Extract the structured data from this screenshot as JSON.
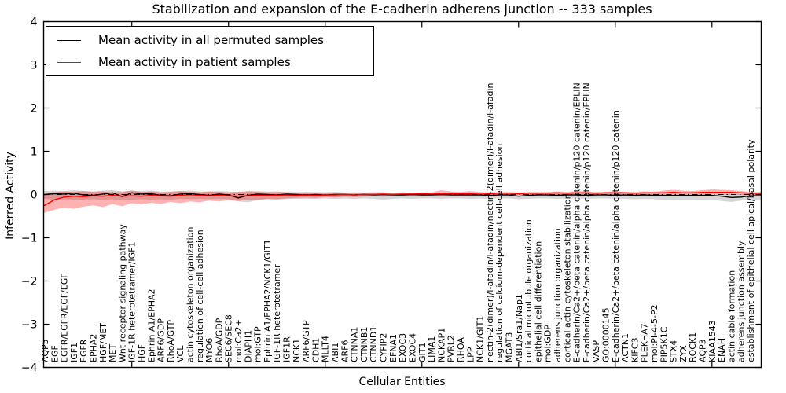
{
  "chart_data": {
    "type": "line",
    "title": "Stabilization and expansion of the E-cadherin adherens junction -- 333 samples",
    "xlabel": "Cellular Entities",
    "ylabel": "Inferred Activity",
    "ylim": [
      -4,
      4
    ],
    "yticks": [
      4,
      3,
      2,
      1,
      0,
      -1,
      -2,
      -3,
      -4
    ],
    "xtick_major_indices": [
      9,
      19,
      29,
      39,
      49,
      59,
      69
    ],
    "grid": false,
    "legend_position": "upper left",
    "reference_line": {
      "y": 0,
      "style": "dashdot",
      "color": "#000000"
    },
    "categories": [
      "AQP5",
      "EGF",
      "EGFR/EGFR/EGF/EGF",
      "IGF1",
      "EGFR",
      "EPHA2",
      "HGF/MET",
      "MET",
      "Wnt receptor signaling pathway",
      "IGF-1R heterotetramer/IGF1",
      "HGF",
      "Ephrin A1/EPHA2",
      "ARF6/GDP",
      "RhoA/GTP",
      "VCL",
      "actin cytoskeleton organization",
      "regulation of cell-cell adhesion",
      "MYO6",
      "RhoA/GDP",
      "SEC6/SEC8",
      "mol:Ca2+",
      "DIAPH1",
      "mol:GTP",
      "Ephrin A1/EPHA2/NCK1/GIT1",
      "IGF-1R heterotetramer",
      "IGF1R",
      "NCK1",
      "ARF6/GTP",
      "CDH1",
      "MLLT4",
      "ABI1",
      "ARF6",
      "CTNNA1",
      "CTNNB1",
      "CTNND1",
      "CYFIP2",
      "EFNA1",
      "EXOC3",
      "EXOC4",
      "GIT1",
      "LIMA1",
      "NCKAP1",
      "PVRL2",
      "RHOA",
      "LPP",
      "NCK1/GIT1",
      "nectin-2(dimer)/l-afadin/l-afadin/nectin-2(dimer)/l-afadin/l-afadin",
      "regulation of calcium-dependent cell-cell adhesion",
      "MGAT3",
      "ABI1/Sra1/Nap1",
      "cortical microtubule organization",
      "epithelial cell differentiation",
      "mol:GDP",
      "adherens junction organization",
      "cortical actin cytoskeleton stabilization",
      "E-cadherin/Ca2+/beta catenin/alpha catenin/p120 catenin/EPLIN",
      "E-cadherin/Ca2+/beta catenin/alpha catenin/p120 catenin/EPLIN",
      "VASP",
      "GO:0000145",
      "E-cadherin/Ca2+/beta catenin/alpha catenin/p120 catenin",
      "ACTN1",
      "KIFC3",
      "PLEKHA7",
      "mol:PI-4-5-P2",
      "PIP5K1C",
      "STX4",
      "ZYX",
      "ROCK1",
      "AQP3",
      "KIAA1543",
      "ENAH",
      "actin cable formation",
      "adherens junction assembly",
      "establishment of epithelial cell apical/basal polarity"
    ],
    "series": [
      {
        "name": "Mean activity in all permuted samples",
        "color": "#000000",
        "band_color": "rgba(0,0,0,0.16)",
        "values": [
          0.0,
          0.02,
          0.01,
          0.03,
          -0.01,
          -0.02,
          0.01,
          0.04,
          -0.05,
          0.04,
          0.01,
          0.02,
          -0.02,
          -0.03,
          0.01,
          0.02,
          0.0,
          -0.02,
          0.01,
          -0.01,
          -0.08,
          -0.02,
          0.01,
          0.0,
          -0.01,
          0.01,
          0.0,
          -0.01,
          0.0,
          -0.01,
          0.0,
          0.0,
          -0.01,
          0.0,
          -0.01,
          0.0,
          -0.01,
          -0.01,
          0.0,
          -0.01,
          -0.01,
          0.0,
          -0.01,
          -0.01,
          -0.01,
          -0.01,
          -0.02,
          -0.01,
          -0.01,
          -0.04,
          -0.02,
          -0.01,
          -0.01,
          -0.02,
          -0.01,
          -0.01,
          -0.02,
          -0.01,
          -0.01,
          -0.02,
          -0.01,
          -0.02,
          -0.01,
          -0.02,
          -0.02,
          -0.02,
          -0.02,
          -0.02,
          -0.02,
          -0.02,
          -0.04,
          -0.07,
          -0.06,
          -0.03
        ],
        "band_upper": [
          0.08,
          0.09,
          0.08,
          0.1,
          0.08,
          0.07,
          0.09,
          0.1,
          0.07,
          0.09,
          0.08,
          0.09,
          0.07,
          0.07,
          0.08,
          0.09,
          0.07,
          0.07,
          0.08,
          0.07,
          0.06,
          0.07,
          0.08,
          0.07,
          0.07,
          0.06,
          0.06,
          0.06,
          0.06,
          0.05,
          0.06,
          0.05,
          0.05,
          0.05,
          0.05,
          0.05,
          0.04,
          0.05,
          0.04,
          0.04,
          0.04,
          0.04,
          0.04,
          0.04,
          0.04,
          0.04,
          0.03,
          0.04,
          0.03,
          0.03,
          0.03,
          0.03,
          0.03,
          0.03,
          0.03,
          0.03,
          0.03,
          0.03,
          0.03,
          0.03,
          0.03,
          0.03,
          0.03,
          0.03,
          0.02,
          0.02,
          0.02,
          0.02,
          0.02,
          0.02,
          0.01,
          0.01,
          0.01,
          0.02
        ],
        "band_lower": [
          -0.1,
          -0.12,
          -0.11,
          -0.13,
          -0.12,
          -0.11,
          -0.13,
          -0.11,
          -0.14,
          -0.12,
          -0.11,
          -0.12,
          -0.11,
          -0.12,
          -0.1,
          -0.11,
          -0.1,
          -0.11,
          -0.1,
          -0.11,
          -0.16,
          -0.18,
          -0.13,
          -0.11,
          -0.12,
          -0.1,
          -0.1,
          -0.1,
          -0.1,
          -0.09,
          -0.1,
          -0.09,
          -0.1,
          -0.09,
          -0.1,
          -0.12,
          -0.1,
          -0.09,
          -0.1,
          -0.09,
          -0.09,
          -0.1,
          -0.09,
          -0.09,
          -0.1,
          -0.09,
          -0.1,
          -0.09,
          -0.09,
          -0.11,
          -0.1,
          -0.09,
          -0.09,
          -0.1,
          -0.09,
          -0.09,
          -0.1,
          -0.09,
          -0.09,
          -0.1,
          -0.1,
          -0.11,
          -0.1,
          -0.11,
          -0.12,
          -0.13,
          -0.12,
          -0.12,
          -0.13,
          -0.12,
          -0.15,
          -0.17,
          -0.14,
          -0.12
        ]
      },
      {
        "name": "Mean activity in patient samples",
        "color": "#ff0000",
        "band_color": "rgba(255,0,0,0.30)",
        "values": [
          -0.25,
          -0.12,
          -0.06,
          -0.04,
          -0.05,
          -0.03,
          -0.04,
          -0.02,
          -0.04,
          -0.03,
          -0.04,
          -0.02,
          -0.03,
          -0.04,
          -0.02,
          -0.03,
          -0.02,
          -0.03,
          -0.02,
          -0.03,
          -0.04,
          -0.03,
          -0.02,
          -0.02,
          -0.02,
          -0.01,
          -0.02,
          -0.01,
          -0.02,
          -0.01,
          -0.01,
          0.0,
          -0.01,
          0.0,
          0.0,
          0.01,
          0.0,
          0.01,
          0.01,
          0.02,
          0.01,
          0.02,
          0.02,
          0.02,
          0.02,
          0.03,
          0.02,
          0.03,
          0.03,
          0.02,
          0.03,
          0.03,
          0.03,
          0.04,
          0.03,
          0.04,
          0.04,
          0.03,
          0.04,
          0.04,
          0.04,
          0.03,
          0.04,
          0.04,
          0.04,
          0.05,
          0.04,
          0.04,
          0.05,
          0.05,
          0.05,
          0.05,
          0.04,
          0.03
        ],
        "band_upper": [
          0.02,
          0.05,
          0.07,
          0.06,
          0.08,
          0.06,
          0.07,
          0.05,
          0.06,
          0.09,
          0.06,
          0.07,
          0.05,
          0.06,
          0.08,
          0.06,
          0.05,
          0.07,
          0.06,
          0.05,
          0.06,
          0.08,
          0.06,
          0.05,
          0.06,
          0.05,
          0.04,
          0.05,
          0.04,
          0.05,
          0.05,
          0.04,
          0.05,
          0.04,
          0.05,
          0.05,
          0.04,
          0.05,
          0.04,
          0.05,
          0.05,
          0.1,
          0.07,
          0.06,
          0.08,
          0.06,
          0.05,
          0.06,
          0.06,
          0.05,
          0.06,
          0.06,
          0.06,
          0.07,
          0.06,
          0.08,
          0.07,
          0.06,
          0.06,
          0.07,
          0.06,
          0.06,
          0.07,
          0.06,
          0.09,
          0.11,
          0.09,
          0.08,
          0.1,
          0.12,
          0.11,
          0.1,
          0.08,
          0.06
        ],
        "band_lower": [
          -0.42,
          -0.35,
          -0.3,
          -0.33,
          -0.28,
          -0.25,
          -0.29,
          -0.22,
          -0.27,
          -0.2,
          -0.23,
          -0.19,
          -0.22,
          -0.17,
          -0.2,
          -0.16,
          -0.18,
          -0.14,
          -0.16,
          -0.13,
          -0.15,
          -0.12,
          -0.13,
          -0.1,
          -0.11,
          -0.09,
          -0.08,
          -0.07,
          -0.08,
          -0.06,
          -0.07,
          -0.05,
          -0.06,
          -0.05,
          -0.04,
          -0.05,
          -0.04,
          -0.03,
          -0.04,
          -0.03,
          -0.02,
          -0.03,
          -0.02,
          -0.02,
          -0.02,
          -0.02,
          -0.02,
          -0.01,
          -0.02,
          -0.01,
          -0.01,
          -0.02,
          -0.01,
          -0.01,
          -0.01,
          -0.01,
          -0.02,
          -0.01,
          -0.01,
          -0.01,
          -0.01,
          -0.01,
          0.0,
          -0.01,
          0.0,
          0.01,
          0.0,
          0.01,
          0.0,
          0.01,
          0.0,
          -0.01,
          -0.01,
          -0.02
        ]
      }
    ]
  },
  "legend": {
    "entries": [
      {
        "label": "Mean activity in all permuted samples",
        "color": "#000000"
      },
      {
        "label": "Mean activity in patient samples",
        "color": "#ff0000"
      }
    ]
  }
}
